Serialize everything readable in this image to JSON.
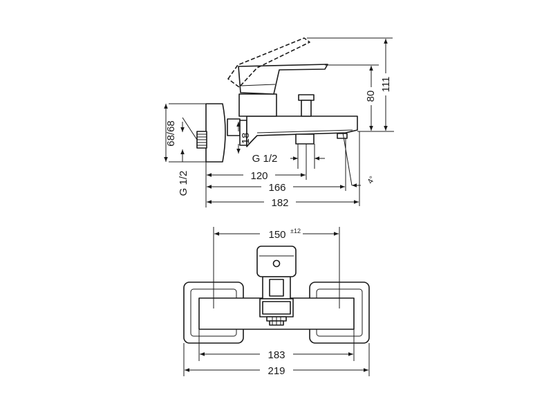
{
  "side_view": {
    "dimensions": {
      "width_120": "120",
      "width_166": "166",
      "width_182": "182",
      "height_80": "80",
      "height_111": "111",
      "offset_18": "18",
      "connection_68": "68/68",
      "thread_inlet": "G 1/2",
      "thread_outlet": "G 1/2",
      "spout_angle": "4°"
    }
  },
  "top_view": {
    "dimensions": {
      "center_distance": "150",
      "center_tolerance": "±12",
      "width_183": "183",
      "width_219": "219"
    }
  }
}
